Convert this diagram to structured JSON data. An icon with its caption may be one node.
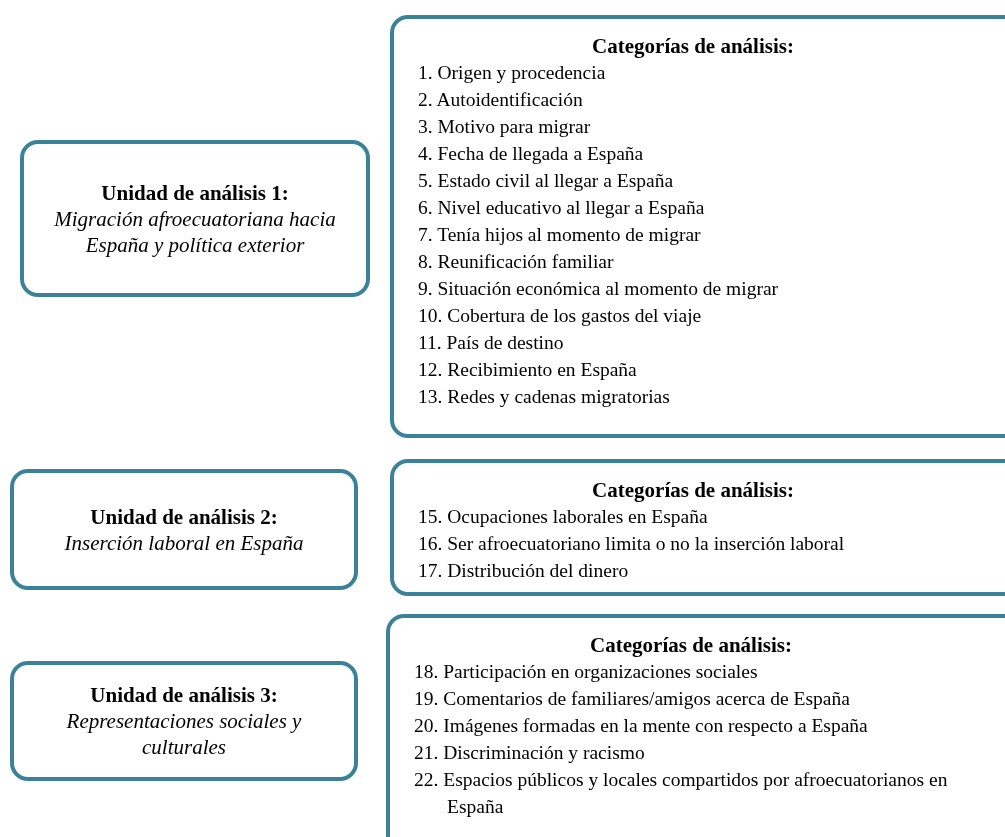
{
  "diagram": {
    "nodes": [
      {
        "text": [
          "Unidad de análisis 1:",
          "Migración afroecuatoriana hacia España y política exterior"
        ]
      },
      {
        "text": [
          "Categorías de análisis:",
          "1. Origen y procedencia",
          "2. Autoidentificación",
          "3. Motivo para migrar",
          "4. Fecha de llegada a España",
          "5. Estado civil al llegar a España",
          "6. Nivel educativo al llegar a España",
          "7. Tenía hijos al momento de migrar",
          "8. Reunificación familiar",
          "9. Situación económica al momento de migrar",
          "10. Cobertura de los gastos del viaje",
          "11. País de destino",
          "12. Recibimiento en España",
          "13. Redes y cadenas migratorias"
        ]
      },
      {
        "text": [
          "Unidad de análisis 2:",
          "Inserción laboral en España"
        ]
      },
      {
        "text": [
          "Categorías de análisis:",
          "15. Ocupaciones laborales en España",
          "16. Ser afroecuatoriano limita o no la inserción laboral",
          "17. Distribución del dinero"
        ]
      },
      {
        "text": [
          "Unidad de análisis 3:",
          "Representaciones sociales y culturales"
        ]
      },
      {
        "text": [
          "Categorías de análisis:",
          "18. Participación en organizaciones sociales",
          "19. Comentarios de familiares/amigos acerca de España",
          "20. Imágenes formadas en la mente con respecto a España",
          "21. Discriminación y racismo",
          "22. Espacios públicos y locales compartidos por afroecuatorianos en España"
        ]
      }
    ]
  }
}
